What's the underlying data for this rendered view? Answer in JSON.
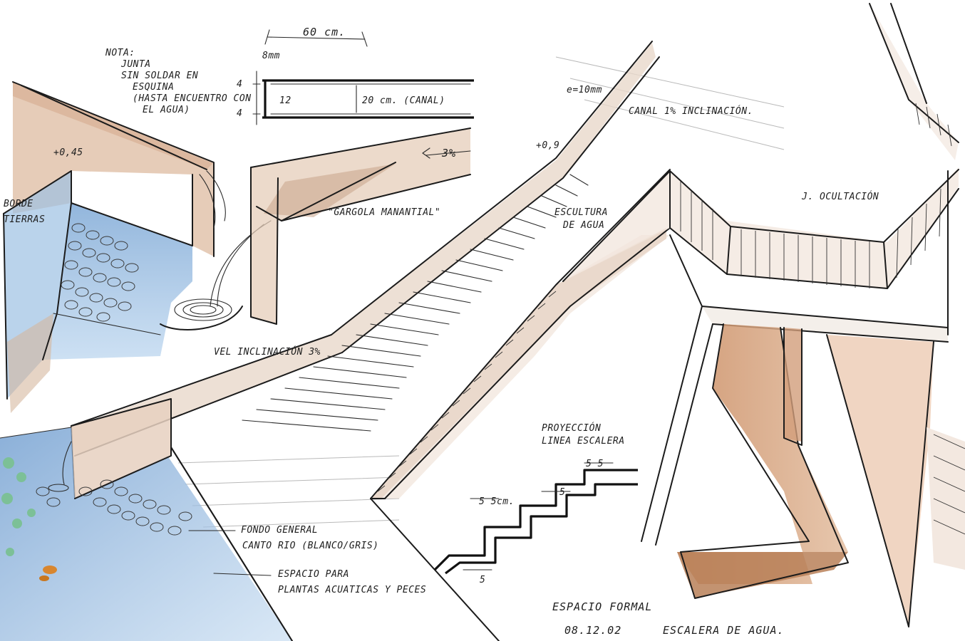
{
  "colors": {
    "paper": "#ffffff",
    "ink": "#1b1b1b",
    "water_blue": "#8fb6df",
    "water_blue_light": "#c7dcf0",
    "wall_tan": "#d8b49a",
    "wall_rust": "#c98f6b",
    "concrete": "#e9dcd2",
    "leaf_green": "#6fb98a"
  },
  "annotations": {
    "note_title": "NOTA:",
    "note_line1": "JUNTA",
    "note_line2": "SIN SOLDAR EN",
    "note_line3": "ESQUINA",
    "note_line4": "(HASTA ENCUENTRO CON",
    "note_line5": "EL AGUA)",
    "dim_60": "60 cm.",
    "dim_8mm": "8mm",
    "dim_4_top": "4",
    "dim_4_bottom": "4",
    "dim_12": "12",
    "canal_20": "20 cm. (CANAL)",
    "e_10mm": "e=10mm",
    "canal_incl": "CANAL 1% INCLINACIÓN.",
    "level_left": "+0,45",
    "level_mid": "+0,9",
    "borde": "BORDE",
    "tierras": "TIERRAS",
    "slope_3": "3%",
    "gargola": "\"GARGOLA MANANTIAL\"",
    "escultura": "ESCULTURA",
    "de_agua": "DE AGUA",
    "incl_3": "VEL INCLINACIÓN 3%",
    "j_ocultacion": "J. OCULTACIÓN",
    "proyeccion": "PROYECCIÓN",
    "linea_escalera": "LINEA ESCALERA",
    "step_5_5": "5 5",
    "step_5": "5",
    "step_5_50": "5  5cm.",
    "step_5_bottom": "5",
    "fondo_general": "FONDO GENERAL",
    "canto_rio": "CANTO RIO (BLANCO/GRIS)",
    "espacio_para": "ESPACIO PARA",
    "plantas": "PLANTAS ACUATICAS Y PECES",
    "espacio_formal": "ESPACIO FORMAL",
    "date": "08.12.02",
    "escalera_agua": "ESCALERA DE AGUA."
  }
}
